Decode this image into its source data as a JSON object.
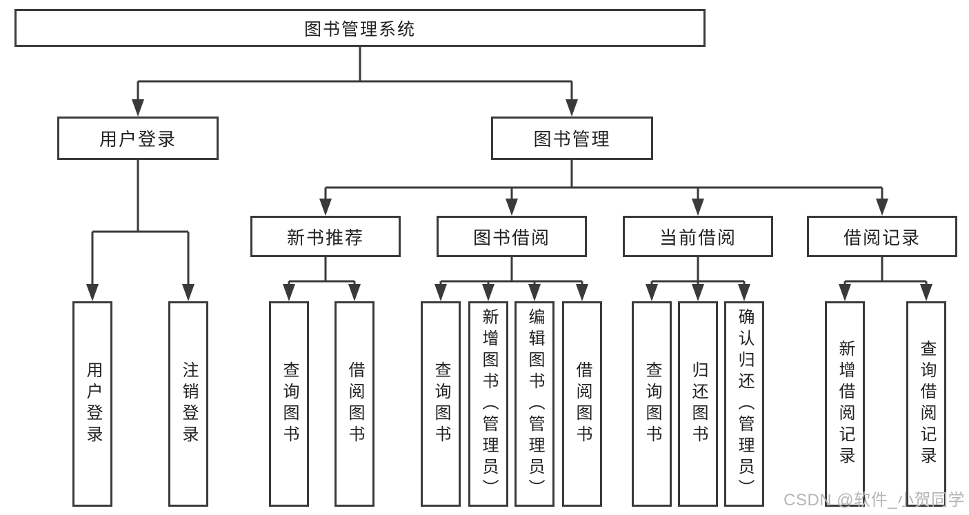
{
  "diagram": {
    "root": {
      "label": "图书管理系统"
    },
    "level2": [
      {
        "label": "用户登录"
      },
      {
        "label": "图书管理"
      }
    ],
    "level3": [
      {
        "label": "新书推荐"
      },
      {
        "label": "图书借阅"
      },
      {
        "label": "当前借阅"
      },
      {
        "label": "借阅记录"
      }
    ],
    "leaves": [
      {
        "label": "用户登录"
      },
      {
        "label": "注销登录"
      },
      {
        "label": "查询图书"
      },
      {
        "label": "借阅图书"
      },
      {
        "label": "查询图书"
      },
      {
        "label": "新增图书（管理员）"
      },
      {
        "label": "编辑图书（管理员）"
      },
      {
        "label": "借阅图书"
      },
      {
        "label": "查询图书"
      },
      {
        "label": "归还图书"
      },
      {
        "label": "确认归还（管理员）"
      },
      {
        "label": "新增借阅记录"
      },
      {
        "label": "查询借阅记录"
      }
    ]
  },
  "watermark": {
    "text": "CSDN @软件_小贺同学"
  },
  "colors": {
    "line": "#3a3a3a",
    "box_border": "#3a3a3a",
    "box_fill": "#ffffff",
    "text": "#222222",
    "watermark": "#b4b6b8",
    "background": "#ffffff"
  }
}
